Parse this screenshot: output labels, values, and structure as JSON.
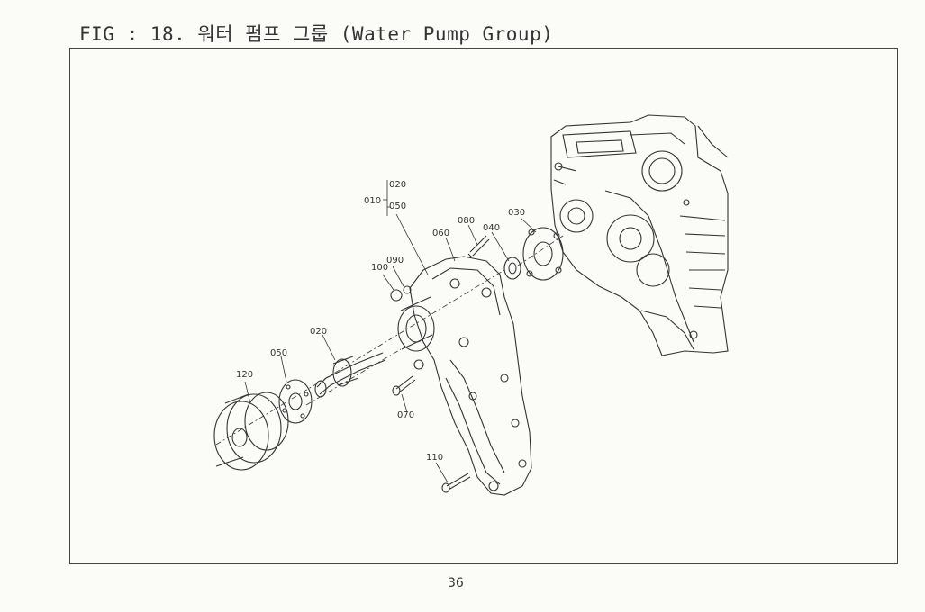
{
  "figure": {
    "title": "FIG : 18. 워터 펌프 그룹 (Water Pump Group)"
  },
  "callouts": {
    "c010": "010",
    "c020_top": "020",
    "c050_top": "050",
    "c080": "080",
    "c060": "060",
    "c040": "040",
    "c030": "030",
    "c090": "090",
    "c100": "100",
    "c020": "020",
    "c050": "050",
    "c120": "120",
    "c070": "070",
    "c110": "110"
  },
  "page": {
    "number": "36"
  }
}
